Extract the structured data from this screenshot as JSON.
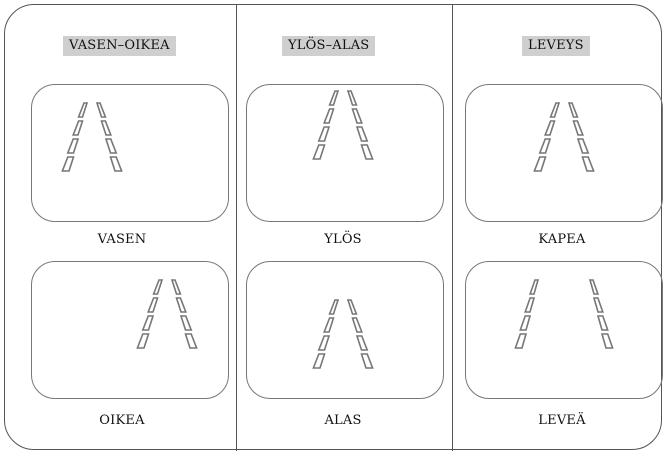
{
  "columns": [
    {
      "heading": "VASEN–OIKEA",
      "panels": [
        {
          "caption": "VASEN",
          "road": "left"
        },
        {
          "caption": "OIKEA",
          "road": "right"
        }
      ]
    },
    {
      "heading": "YLÖS–ALAS",
      "panels": [
        {
          "caption": "YLÖS",
          "road": "up"
        },
        {
          "caption": "ALAS",
          "road": "down"
        }
      ]
    },
    {
      "heading": "LEVEYS",
      "panels": [
        {
          "caption": "KAPEA",
          "road": "narrow"
        },
        {
          "caption": "LEVEÄ",
          "road": "wide"
        }
      ]
    }
  ],
  "colors": {
    "border": "#555555",
    "heading_bg": "#cfcfcf",
    "marker": "#777777"
  }
}
